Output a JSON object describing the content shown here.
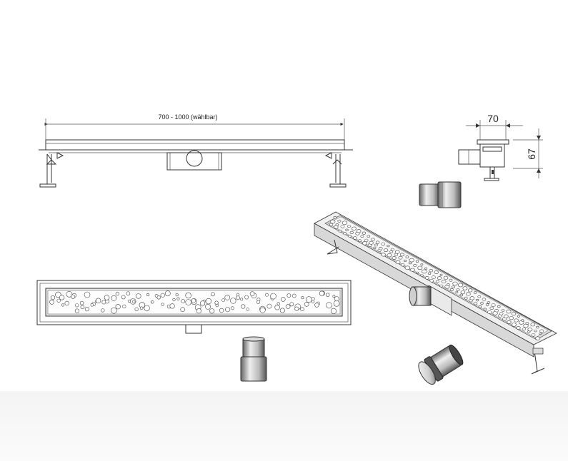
{
  "dimensions": {
    "length_label": "700 - 1000 (wählbar)",
    "width_label": "70",
    "height_label": "67"
  },
  "colors": {
    "line": "#333333",
    "steel_light": "#f2f2f2",
    "steel_dark": "#8a8a8a",
    "footer": "#f4f4f4"
  }
}
